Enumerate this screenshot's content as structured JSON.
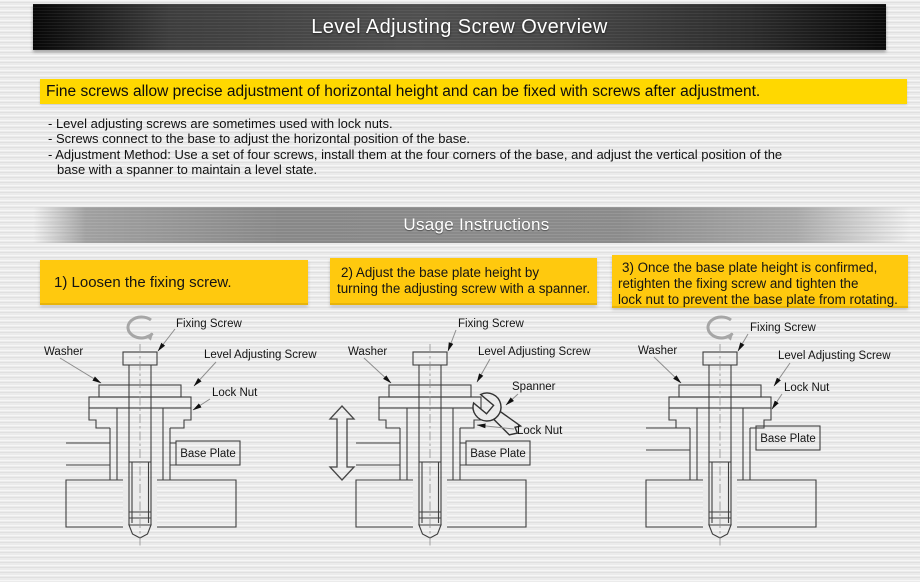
{
  "header": {
    "title": "Level Adjusting Screw Overview"
  },
  "intro": {
    "highlight": "Fine screws allow precise adjustment of horizontal height and can be fixed with screws after adjustment.",
    "bullets": [
      "- Level adjusting screws are sometimes used with lock nuts.",
      "- Screws connect to the base to adjust the horizontal position of the base.",
      "- Adjustment Method: Use a set of four screws, install them at the four corners of the base, and adjust the vertical position of the base with a spanner to maintain a level state."
    ]
  },
  "usage": {
    "title": "Usage Instructions"
  },
  "steps": [
    {
      "lines": [
        "1) Loosen the fixing screw."
      ]
    },
    {
      "lines": [
        "2) Adjust the base plate height by",
        "turning the adjusting screw with a spanner."
      ]
    },
    {
      "lines": [
        "3) Once the base plate height is confirmed,",
        "retighten the fixing screw and tighten the",
        "lock nut to prevent the base plate from rotating."
      ]
    }
  ],
  "labels": {
    "washer": "Washer",
    "fixing_screw": "Fixing Screw",
    "level_adjusting_screw": "Level Adjusting Screw",
    "lock_nut": "Lock Nut",
    "base_plate": "Base Plate",
    "spanner": "Spanner"
  },
  "icons": {
    "rotate": "rotate-arrow-icon",
    "vertical_move": "double-vertical-arrow-icon",
    "spanner": "spanner-icon"
  },
  "colors": {
    "highlight_yellow": "#ffd800",
    "step_yellow": "#ffc90e",
    "header_dark_center": "#4a4a4a",
    "usage_gray": "#8a8a8a",
    "diagram_line": "#3f3f3f"
  }
}
